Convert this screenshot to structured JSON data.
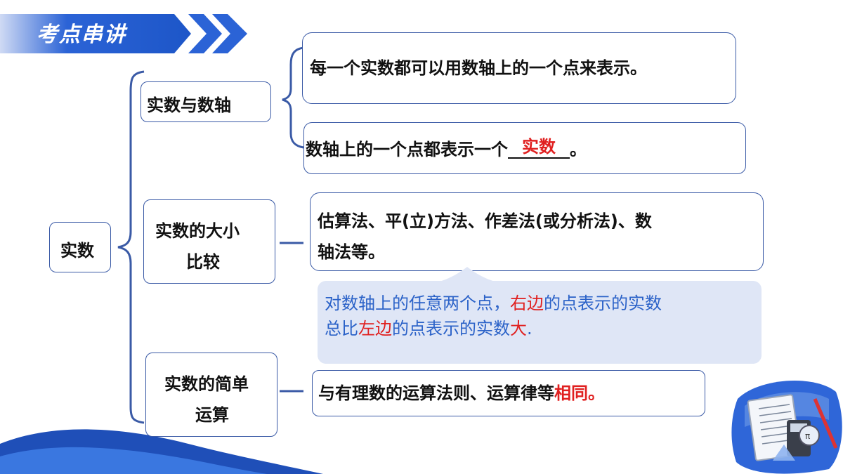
{
  "header": {
    "title": "考点串讲"
  },
  "root": {
    "label": "实数"
  },
  "branches": [
    {
      "label": "实数与数轴"
    },
    {
      "label_line1": "实数的大小",
      "label_line2": "比较"
    },
    {
      "label_line1": "实数的简单",
      "label_line2": "运算"
    }
  ],
  "facts": {
    "axis1": "每一个实数都可以用数轴上的一个点来表示。",
    "axis2_prefix": "数轴上的一个点都表示一个",
    "axis2_answer": "实数",
    "axis2_suffix": "。",
    "compare_line1": "估算法、平(立)方法、作差法(或分析法)、数",
    "compare_line2": "轴法等。",
    "callout_line1_a": "对数轴上的任意两个点，",
    "callout_line1_red": "右边",
    "callout_line1_b": "的点表示的实数",
    "callout_line2_a": "总比",
    "callout_line2_red": "左边",
    "callout_line2_b": "的点表示的实数",
    "callout_line2_red2": "大",
    "callout_line2_c": ".",
    "ops_prefix": "与有理数的运算法则、运算律等",
    "ops_red": "相同。"
  },
  "colors": {
    "accent": "#1f5fd1",
    "box_border": "#3a5aa6",
    "answer_red": "#e02020",
    "callout_bg": "#dfe6f6",
    "callout_text": "#2b62c8"
  }
}
